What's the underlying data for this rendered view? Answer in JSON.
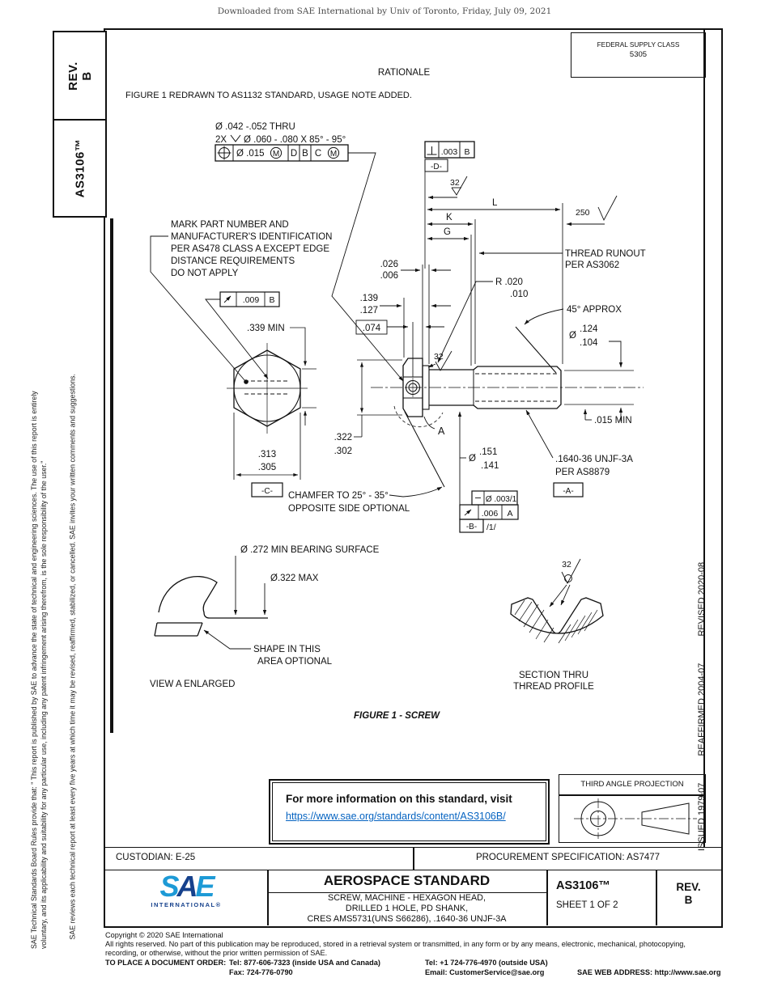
{
  "page": {
    "downloaded_note": "Downloaded from SAE International by Univ of Toronto, Friday, July 09, 2021",
    "rationale_heading": "RATIONALE",
    "change_note": "FIGURE 1 REDRAWN TO AS1132 STANDARD, USAGE NOTE ADDED.",
    "figure_caption": "FIGURE 1 - SCREW"
  },
  "left_sidebar": {
    "rev_label": "REV.",
    "rev_value": "B",
    "doc_number": "AS3106™",
    "legal_1a": "SAE Technical Standards Board Rules provide that: \" This report is published by SAE to advance the state of technical and engineering sciences. The use of this report is entirely",
    "legal_1b": "voluntary, and its applicability and suitability for any particular use, including any patent infringement arising therefrom, is the sole responsibility of the user.\"",
    "legal_2": "SAE reviews each technical report at least every five years at which time it may be revised, reaffirmed, stabilized, or cancelled. SAE invites your written comments and suggestions."
  },
  "right_sidebar": {
    "issued": "ISSUED 1979-07",
    "reaffirmed": "REAFFIRMED 2004-07",
    "revised": "REVISED 2020-08"
  },
  "federal_supply_class": {
    "label": "FEDERAL SUPPLY CLASS",
    "value": "5305"
  },
  "drawing": {
    "labels": {
      "hole_thru": "Ø .042 -.052 THRU",
      "csk_qty": "2X",
      "csk_note": "Ø .060 - .080 X 85° - 95°",
      "fcf_dia": "Ø .015",
      "m_modifier": "M",
      "fcf_d": "D",
      "fcf_b": "B",
      "fcf_c": "C",
      "perp_tol": ".003",
      "perp_datum": "B",
      "datum_d": "-D-",
      "datum_c": "-C-",
      "datum_a": "-A-",
      "datum_b": "-B-",
      "finish_32": "32",
      "finish_250": "250",
      "dim_L": "L",
      "dim_K": "K",
      "dim_G": "G",
      "runout_note1": "THREAD RUNOUT",
      "runout_note2": "PER AS3062",
      "d026": ".026",
      "d006": ".006",
      "r020": "R .020",
      "r010": ".010",
      "approx45": "45° APPROX",
      "d139": ".139",
      "d127": ".127",
      "d074": ".074",
      "dia": "Ø",
      "d124": ".124",
      "d104": ".104",
      "min015": ".015 MIN",
      "d151": ".151",
      "d141": ".141",
      "unjf1": ".1640-36 UNJF-3A",
      "unjf2": "PER AS8879",
      "straightness": "Ø .003/1",
      "runout006": ".006",
      "runout_datum": "A",
      "per_inch": "/1/",
      "cr009": ".009",
      "cr_datum": "B",
      "mark1": "MARK PART NUMBER AND",
      "mark2": "MANUFACTURER'S IDENTIFICATION",
      "mark3": "PER AS478 CLASS A EXCEPT EDGE",
      "mark4": "DISTANCE REQUIREMENTS",
      "mark5": "DO NOT APPLY",
      "min339": ".339 MIN",
      "d313": ".313",
      "d305": ".305",
      "d322": ".322",
      "d302": ".302",
      "chamfer1": "CHAMFER TO 25° - 35°",
      "chamfer2": "OPPOSITE SIDE OPTIONAL",
      "bearing": "Ø .272 MIN BEARING SURFACE",
      "max322": "Ø.322 MAX",
      "shape1": "SHAPE IN THIS",
      "shape2": "AREA OPTIONAL",
      "viewa": "VIEW A ENLARGED",
      "sect1": "SECTION THRU",
      "sect2": "THREAD PROFILE",
      "letter_a": "A"
    }
  },
  "info_box": {
    "text": "For more information on this standard, visit",
    "link": "https://www.sae.org/standards/content/AS3106B/"
  },
  "projection_box": {
    "label": "THIRD ANGLE PROJECTION"
  },
  "custodian_row": {
    "custodian": "CUSTODIAN: E-25",
    "procurement": "PROCUREMENT SPECIFICATION: AS7477"
  },
  "title_block": {
    "logo_sae_s": "S",
    "logo_sae_a": "A",
    "logo_sae_e": "E",
    "logo_sub": "INTERNATIONAL®",
    "heading": "AEROSPACE STANDARD",
    "subtitle_1": "SCREW, MACHINE - HEXAGON HEAD,",
    "subtitle_2": "DRILLED 1 HOLE, PD SHANK,",
    "subtitle_3": "CRES AMS5731(UNS S66286), .1640-36 UNJF-3A",
    "doc_number": "AS3106™",
    "sheet": "SHEET 1 OF 2",
    "rev_label": "REV.",
    "rev_value": "B"
  },
  "footer": {
    "copyright": "Copyright © 2020 SAE International",
    "rights1": "All rights reserved. No part of this publication may be reproduced, stored in a retrieval system or transmitted, in any form or by any means, electronic, mechanical, photocopying,",
    "rights2": "recording, or otherwise, without the prior written permission of SAE.",
    "order_label": "TO PLACE A DOCUMENT ORDER:",
    "tel_inside": "Tel: 877-606-7323 (inside USA and Canada)",
    "tel_outside": "Tel: +1 724-776-4970 (outside USA)",
    "fax": "Fax: 724-776-0790",
    "email": "Email: CustomerService@sae.org",
    "web": "SAE WEB ADDRESS: http://www.sae.org"
  }
}
